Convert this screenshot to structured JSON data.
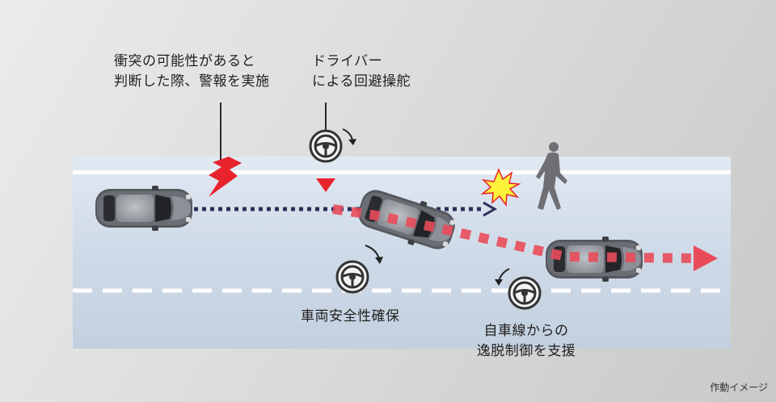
{
  "annotations": {
    "warning_line1": "衝突の可能性があると",
    "warning_line2": "判断した際、警報を実施",
    "driver_line1": "ドライバー",
    "driver_line2": "による回避操舵",
    "stability": "車両安全性確保",
    "lane_line1": "自車線からの",
    "lane_line2": "逸脱制御を支援"
  },
  "caption": "作動イメージ",
  "colors": {
    "warning_bolt": "#e8232c",
    "avoid_path": "#e94b5a",
    "straight_path": "#2b2f5a",
    "car_body": "#5a5d63",
    "road_top": "#e1e9f3",
    "lane_line": "#ffffff"
  },
  "icons": [
    "car-icon",
    "lightning-bolt-icon",
    "steering-wheel-icon",
    "collision-burst-icon",
    "pedestrian-icon",
    "rotation-arrow-icon",
    "triangle-marker-icon"
  ]
}
